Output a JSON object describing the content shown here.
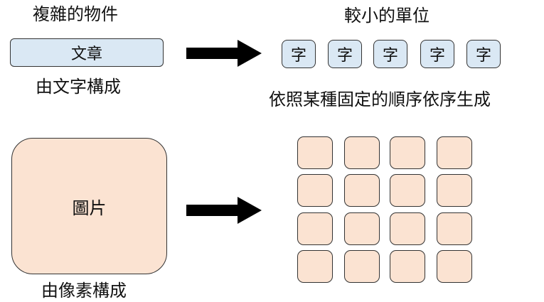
{
  "top": {
    "heading_left": "複雜的物件",
    "article_label": "文章",
    "caption_left": "由文字構成",
    "heading_right": "較小的單位",
    "chars": [
      "字",
      "字",
      "字",
      "字",
      "字"
    ],
    "caption_right": "依照某種固定的順序依序生成"
  },
  "bottom": {
    "image_label": "圖片",
    "caption_left": "由像素構成",
    "pixel_grid": {
      "rows": 4,
      "cols": 4
    }
  },
  "colors": {
    "text_box_fill": "#dae8f4",
    "pixel_fill": "#fbe3d2",
    "stroke": "#333333",
    "arrow": "#000000"
  }
}
